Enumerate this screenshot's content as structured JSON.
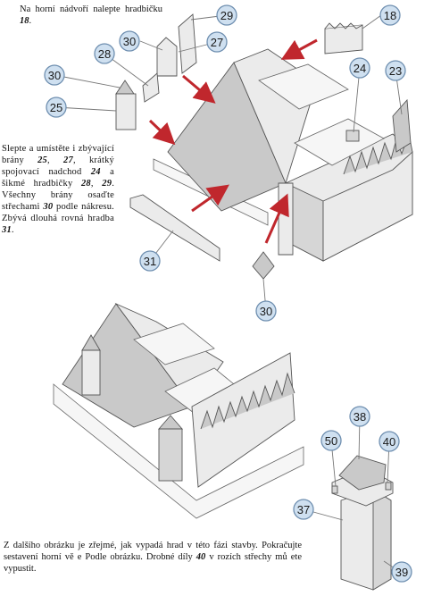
{
  "instructions": {
    "top": {
      "before": "Na horní nádvoří nalepte hradbičku ",
      "part": "18",
      "after": "."
    },
    "middle": {
      "t1": "Slepte a umístěte i zbývající brány ",
      "p1": "25",
      "t2": ", ",
      "p2": "27",
      "t3": ", krátký spojovací nadchod ",
      "p3": "24",
      "t4": " a šikmé hradbičky ",
      "p4": "28",
      "t5": ", ",
      "p5": "29",
      "t6": ". Všechny brány osaďte střechami ",
      "p6": "30",
      "t7": " podle nákresu. Zbývá dlouhá rovná hradba ",
      "p7": "31",
      "t8": "."
    },
    "bottom": {
      "t1": "Z dalšího obrázku je zřejmé, jak vypadá hrad v této fázi stavby. Pokračujte sestavení horní vě e Podle obrázku. Drobné díly ",
      "p1": "40",
      "t2": " v rozích střechy mů ete vypustit."
    }
  },
  "callouts": [
    "29",
    "18",
    "30",
    "27",
    "28",
    "24",
    "23",
    "30",
    "25",
    "31",
    "30",
    "38",
    "50",
    "40",
    "37",
    "39"
  ]
}
